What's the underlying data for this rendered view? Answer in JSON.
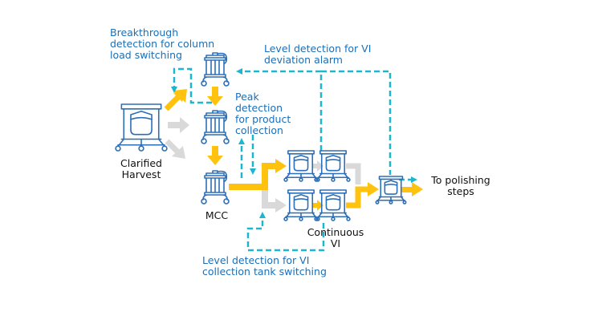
{
  "colors": {
    "equipment": "#2d6fb7",
    "product_flow": "#ffc20e",
    "inactive_flow": "#d9d9d9",
    "signal": "#1bb7cf",
    "annotation_text": "#1a6fb8",
    "label_text": "#111111"
  },
  "nodes": {
    "clarified_harvest": {
      "icon": "tank-icon",
      "label_lines": [
        "Clarified",
        "Harvest"
      ]
    },
    "column_1": {
      "icon": "chromatography-column-icon"
    },
    "column_2": {
      "icon": "chromatography-column-icon"
    },
    "column_3": {
      "icon": "chromatography-column-icon",
      "label": "MCC"
    },
    "vi_tank_1": {
      "icon": "tank-icon"
    },
    "vi_tank_2": {
      "icon": "tank-icon"
    },
    "vi_tank_3": {
      "icon": "tank-icon"
    },
    "vi_tank_4": {
      "icon": "tank-icon"
    },
    "continuous_vi": {
      "label_lines": [
        "Continuous",
        "VI"
      ]
    },
    "output_tank": {
      "icon": "tank-icon"
    },
    "polishing": {
      "label_lines": [
        "To polishing",
        "steps"
      ]
    }
  },
  "annotations": {
    "breakthrough": [
      "Breakthrough",
      "detection for column",
      "load switching"
    ],
    "peak": [
      "Peak",
      "detection",
      "for product",
      "collection"
    ],
    "vi_deviation": [
      "Level detection for VI",
      "deviation alarm"
    ],
    "vi_collection": [
      "Level detection for VI",
      "collection tank switching"
    ]
  },
  "legend_semantics": {
    "yellow_arrow": "active product flow",
    "gray_arrow": "inactive / alternate flow",
    "dashed_cyan": "sensor signal / control feedback"
  }
}
